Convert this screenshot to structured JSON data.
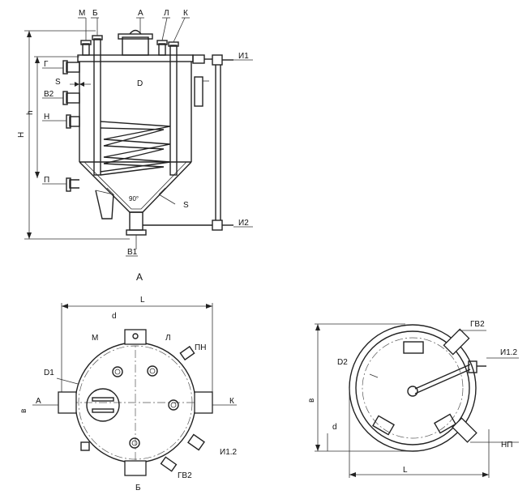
{
  "front_view": {
    "top_labels": [
      "М",
      "Б",
      "А",
      "Л",
      "К"
    ],
    "left_labels": [
      "Г",
      "S",
      "В2",
      "Н",
      "П"
    ],
    "center_label": "D",
    "height_outer": "H",
    "height_inner": "h",
    "right_top": "И1",
    "right_bottom": "И2",
    "angle": "90°",
    "cone_label": "S",
    "bottom_label": "В1"
  },
  "view_a": {
    "title": "А",
    "diameter": "d",
    "length": "L",
    "labels": {
      "M": "М",
      "L": "Л",
      "PN": "ПН",
      "D1": "D1",
      "A": "А",
      "K": "К",
      "B": "в",
      "I12": "И1.2",
      "GV2": "ГВ2",
      "Bb": "Б"
    }
  },
  "top_view": {
    "gv2": "ГВ2",
    "i12": "И1.2",
    "d2": "D2",
    "b": "в",
    "d": "d",
    "np": "НП",
    "length": "L"
  }
}
